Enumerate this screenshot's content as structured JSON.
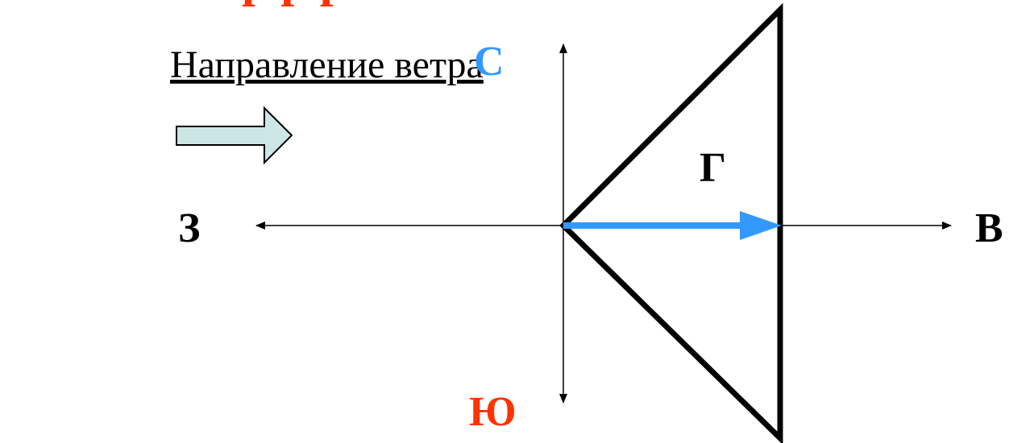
{
  "title": {
    "text": "р р р",
    "color": "#ff3300"
  },
  "wind": {
    "caption": "Направление ветра",
    "arrow_fill": "#cce6e6",
    "arrow_stroke": "#000000",
    "direction": "east"
  },
  "compass": {
    "north": {
      "text": "С",
      "color": "#3399ff"
    },
    "south": {
      "text": "Ю",
      "color": "#ff3300"
    },
    "west": {
      "text": "З",
      "color": "#000000"
    },
    "east": {
      "text": "В",
      "color": "#000000"
    }
  },
  "shape": {
    "label": "Г",
    "stroke": "#000000"
  },
  "vector": {
    "color": "#3399ff",
    "direction": "east"
  }
}
